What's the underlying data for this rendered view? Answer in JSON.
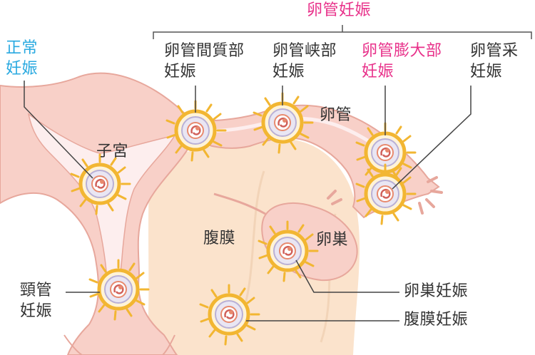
{
  "group_title": "卵管妊娠",
  "labels": {
    "normal": "正常\n妊娠",
    "interstitial": "卵管間質部\n妊娠",
    "isthmic": "卵管峡部\n妊娠",
    "ampullary": "卵管膨大部\n妊娠",
    "fimbrial": "卵管采\n妊娠",
    "uterus": "子宮",
    "tube": "卵管",
    "peritoneum": "腹膜",
    "ovary": "卵巣",
    "cervical": "頸管\n妊娠",
    "ovarian_preg": "卵巣妊娠",
    "peritoneal_preg": "腹膜妊娠"
  },
  "colors": {
    "normal_label": "#29a9e0",
    "highlight_label": "#e8318a",
    "tissue": "#f8d0c8",
    "tissue_outline": "#e7a79c",
    "embryo_ring": "#f2b632"
  }
}
